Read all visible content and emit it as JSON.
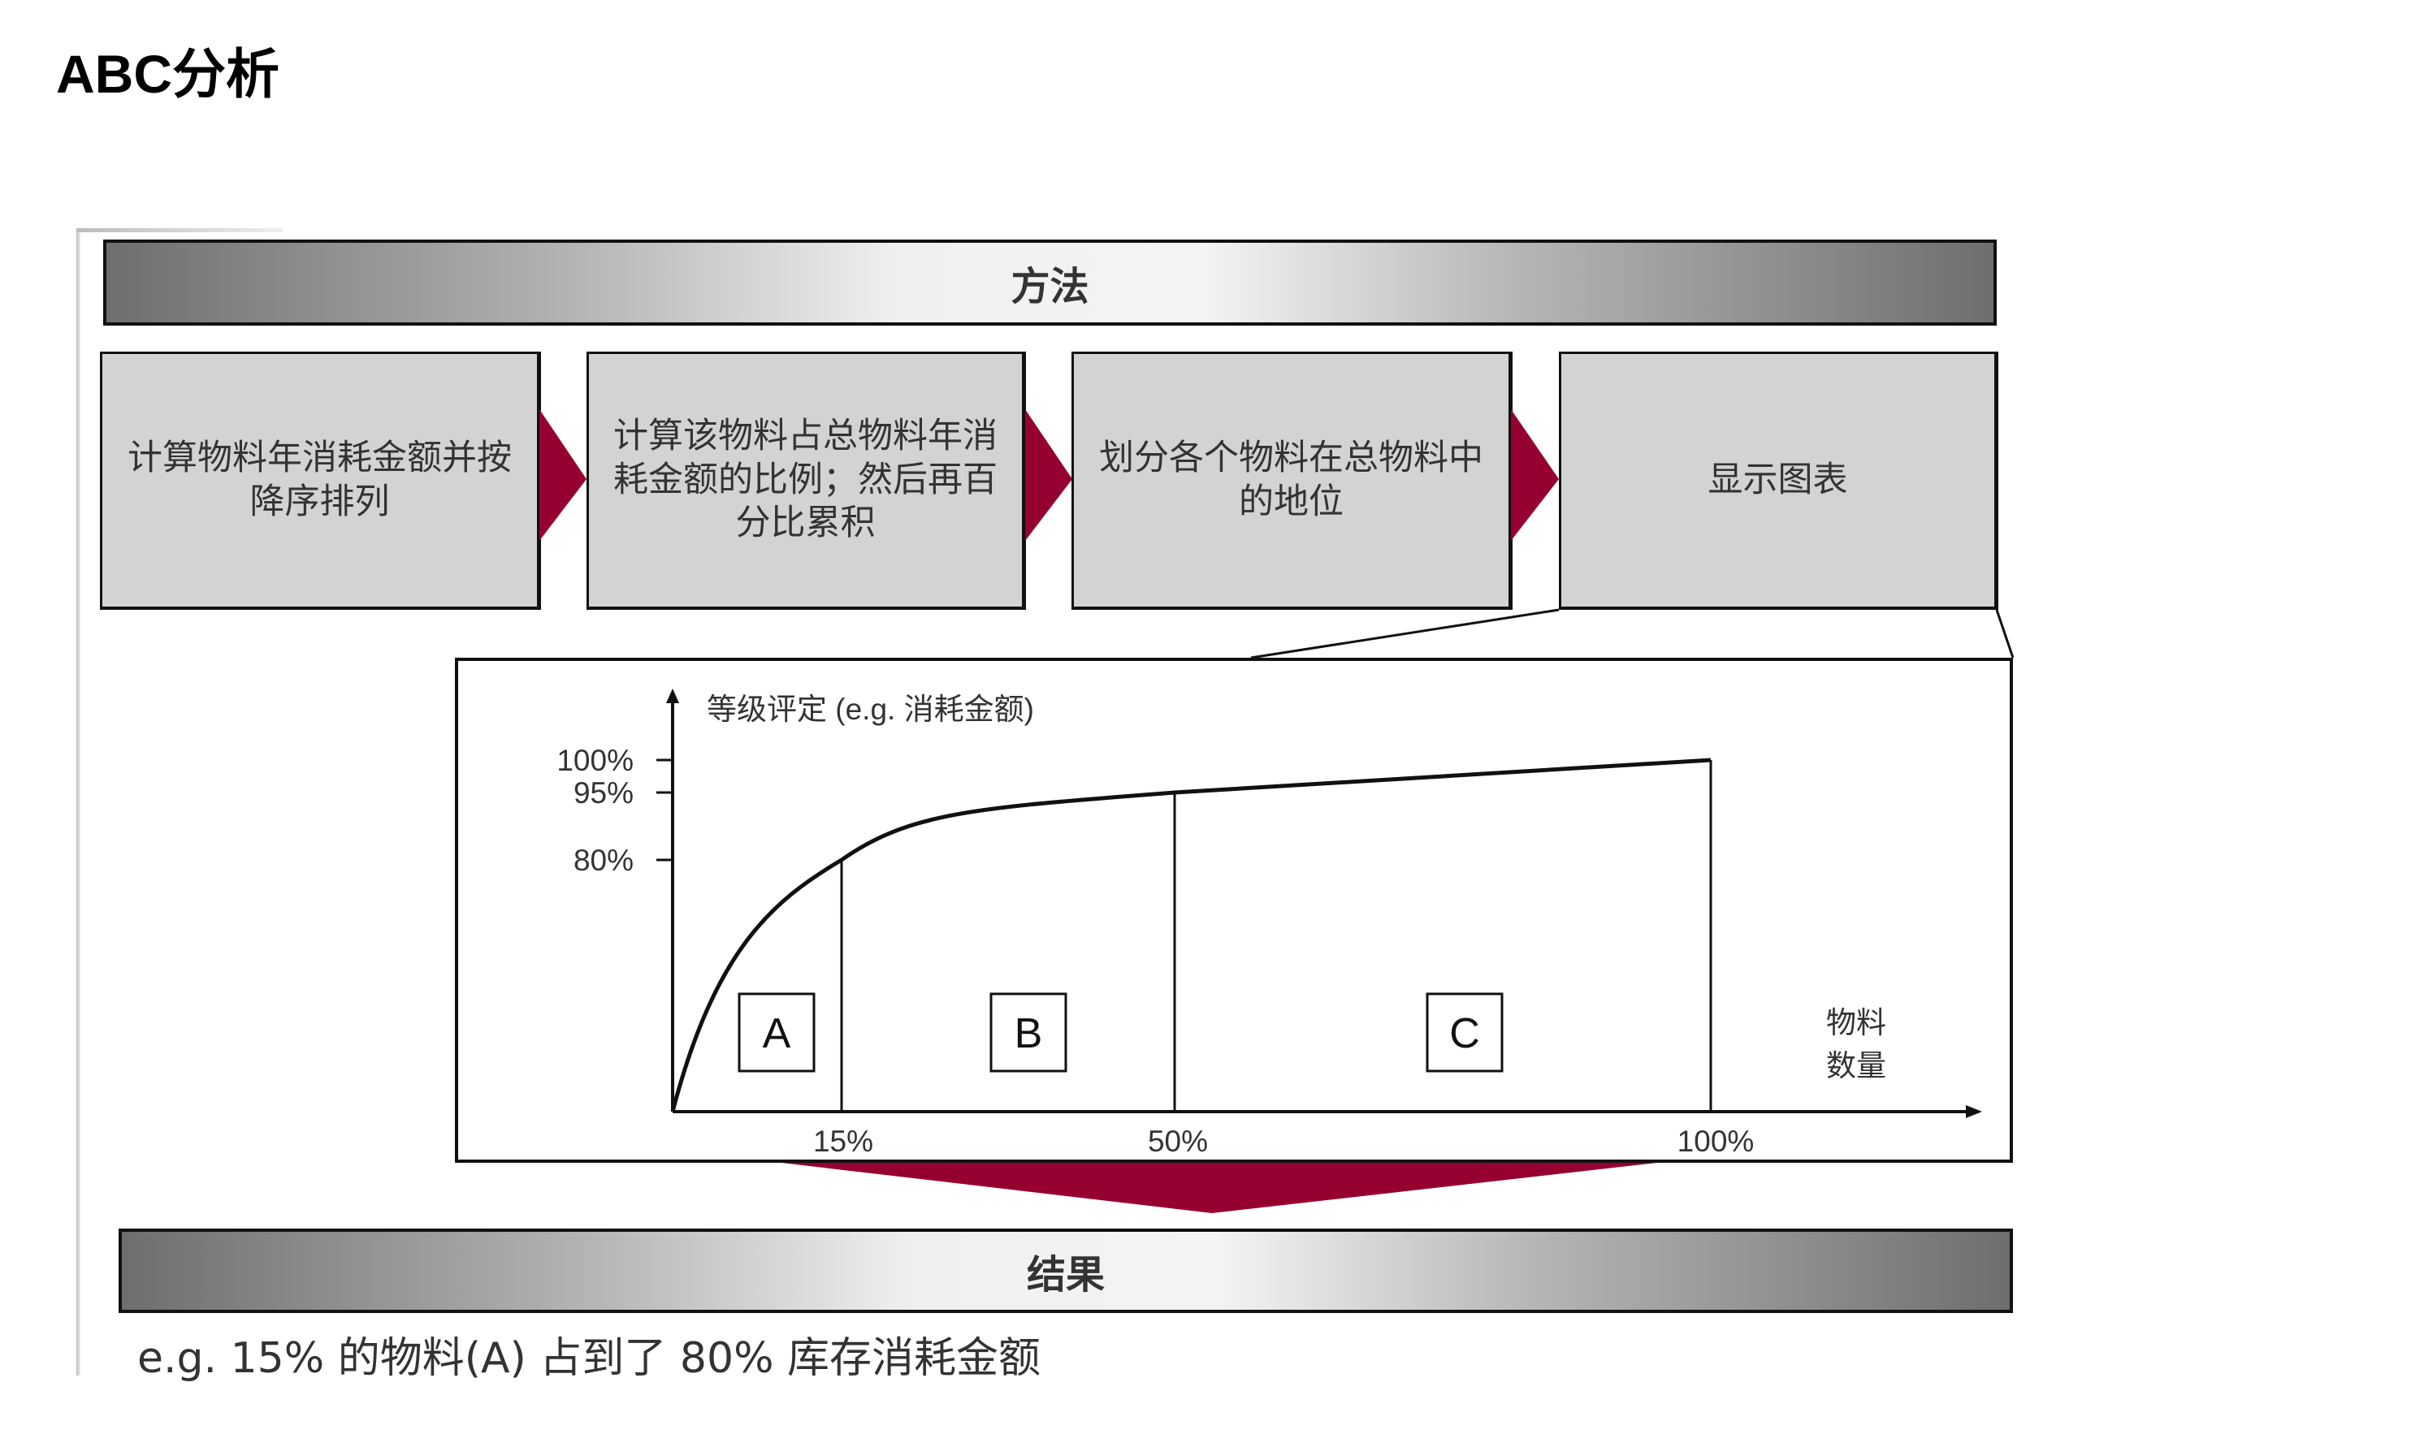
{
  "title": "ABC分析",
  "method_bar": "方法",
  "steps": [
    {
      "label": "计算物料年消耗金额并按降序排列"
    },
    {
      "label": "计算该物料占总物料年消耗金额的比例；然后再百分比累积"
    },
    {
      "label": "划分各个物料在总物料中的地位"
    },
    {
      "label": "显示图表"
    }
  ],
  "colors": {
    "arrow": "#960030",
    "box": "#d3d3d3"
  },
  "chart_data": {
    "type": "line",
    "ylabel": "等级评定 (e.g. 消耗金额)",
    "xlabel_line1": "物料",
    "xlabel_line2": "数量",
    "y_ticks": [
      "100%",
      "95%",
      "80%"
    ],
    "x_ticks": [
      "15%",
      "50%",
      "100%"
    ],
    "points": [
      [
        0,
        0
      ],
      [
        15,
        80
      ],
      [
        50,
        95
      ],
      [
        100,
        100
      ]
    ],
    "classes": [
      "A",
      "B",
      "C"
    ]
  },
  "result_bar": "结果",
  "footer": "e.g. 15% 的物料(A) 占到了 80% 库存消耗金额"
}
